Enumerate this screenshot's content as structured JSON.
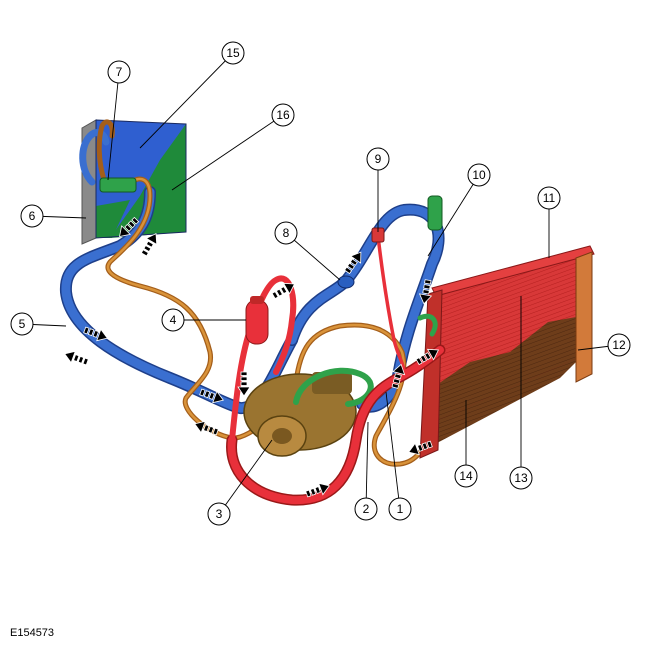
{
  "figure_id": "E154573",
  "colors": {
    "low_pressure": "#3a6fd0",
    "high_pressure": "#e8303a",
    "liquid_line": "#c87a2a",
    "vapor_green": "#2fa24a",
    "component_brown": "#8a6a2a",
    "evaporator_blue": "#2a56c8",
    "evaporator_green": "#1f8a3a",
    "condenser_red": "#d83838",
    "condenser_brown": "#6a3a1a"
  },
  "callouts": [
    {
      "id": "c1",
      "label": "1"
    },
    {
      "id": "c2",
      "label": "2"
    },
    {
      "id": "c3",
      "label": "3"
    },
    {
      "id": "c4",
      "label": "4"
    },
    {
      "id": "c5",
      "label": "5"
    },
    {
      "id": "c6",
      "label": "6"
    },
    {
      "id": "c7",
      "label": "7"
    },
    {
      "id": "c8",
      "label": "8"
    },
    {
      "id": "c9",
      "label": "9"
    },
    {
      "id": "c10",
      "label": "10"
    },
    {
      "id": "c11",
      "label": "11"
    },
    {
      "id": "c12",
      "label": "12"
    },
    {
      "id": "c13",
      "label": "13"
    },
    {
      "id": "c14",
      "label": "14"
    },
    {
      "id": "c15",
      "label": "15"
    },
    {
      "id": "c16",
      "label": "16"
    }
  ]
}
